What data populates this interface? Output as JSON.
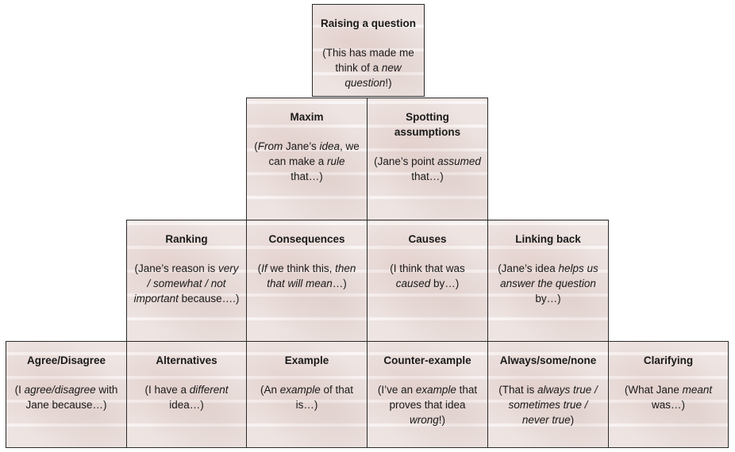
{
  "cells": {
    "raising": {
      "title": "Raising a question",
      "desc": [
        {
          "t": "(This has made me think of a "
        },
        {
          "t": "new question",
          "i": true
        },
        {
          "t": "!)"
        }
      ]
    },
    "maxim": {
      "title": "Maxim",
      "desc": [
        {
          "t": "("
        },
        {
          "t": "From",
          "i": true
        },
        {
          "t": " Jane’s "
        },
        {
          "t": "idea",
          "i": true
        },
        {
          "t": ", we can make a "
        },
        {
          "t": "rule",
          "i": true
        },
        {
          "t": " that…)"
        }
      ]
    },
    "assumptions": {
      "title": "Spotting assumptions",
      "desc": [
        {
          "t": "(Jane’s point "
        },
        {
          "t": "assumed",
          "i": true
        },
        {
          "t": " that…)"
        }
      ]
    },
    "ranking": {
      "title": "Ranking",
      "desc": [
        {
          "t": "(Jane’s reason is "
        },
        {
          "t": "very / somewhat / not important",
          "i": true
        },
        {
          "t": " because….)"
        }
      ]
    },
    "consequences": {
      "title": "Consequences",
      "desc": [
        {
          "t": "("
        },
        {
          "t": "If",
          "i": true
        },
        {
          "t": " we think this, "
        },
        {
          "t": "then that will mean",
          "i": true
        },
        {
          "t": "…)"
        }
      ]
    },
    "causes": {
      "title": "Causes",
      "desc": [
        {
          "t": "(I think that was "
        },
        {
          "t": "caused",
          "i": true
        },
        {
          "t": " by…)"
        }
      ]
    },
    "linking": {
      "title": "Linking back",
      "desc": [
        {
          "t": "(Jane’s idea "
        },
        {
          "t": "helps us answer the question",
          "i": true
        },
        {
          "t": " by…)"
        }
      ]
    },
    "agree": {
      "title": "Agree/Disagree",
      "desc": [
        {
          "t": "(I "
        },
        {
          "t": "agree/disagree",
          "i": true
        },
        {
          "t": " with Jane because…)"
        }
      ]
    },
    "alternatives": {
      "title": "Alternatives",
      "desc": [
        {
          "t": "(I have a "
        },
        {
          "t": "different",
          "i": true
        },
        {
          "t": " idea…)"
        }
      ]
    },
    "example": {
      "title": "Example",
      "desc": [
        {
          "t": "(An "
        },
        {
          "t": "example",
          "i": true
        },
        {
          "t": " of that is…)"
        }
      ]
    },
    "counter": {
      "title": "Counter-example",
      "desc": [
        {
          "t": "(I’ve an "
        },
        {
          "t": "example",
          "i": true
        },
        {
          "t": " that proves that idea "
        },
        {
          "t": "wrong",
          "i": true
        },
        {
          "t": "!)"
        }
      ]
    },
    "always": {
      "title": "Always/some/none",
      "desc": [
        {
          "t": "(That is "
        },
        {
          "t": "always true / sometimes true / never true",
          "i": true
        },
        {
          "t": ")"
        }
      ]
    },
    "clarifying": {
      "title": "Clarifying",
      "desc": [
        {
          "t": "(What Jane "
        },
        {
          "t": "meant",
          "i": true
        },
        {
          "t": " was…)"
        }
      ]
    }
  }
}
